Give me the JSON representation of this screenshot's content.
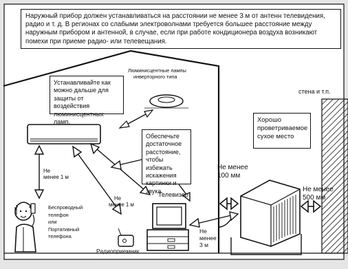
{
  "top_note": "Наружный прибор должен устанавливаться на расстоянии не менее 3 м от антенн телевидения, радио и т. д. В регионах со слабыми электроволнами требуется большее расстояние между наружным прибором и антенной, в случае, если при работе кондиционера воздуха возникают помехи при приеме радио- или телевещания.",
  "lamp_note": "Устанавливайте как можно дальше для защиты от воздействия люминисцентных ламп.",
  "lamps_label": [
    "Люминисцентные лампы",
    "инверторного типа"
  ],
  "wall_label": "стена и т.п.",
  "ventilated_note": "Хорошо проветриваемое сухое место",
  "distance_note": "Обеспечьте достаточное расстояние, чтобы избежать искажения картинки и звука.",
  "dist_1m_left": [
    "Не",
    "менее 1 м"
  ],
  "dist_1m_center": [
    "Не",
    "менее 1 м"
  ],
  "dist_100mm": [
    "Не менее",
    "100 мм"
  ],
  "dist_500mm": [
    "Не менее",
    "500 мм"
  ],
  "dist_3m": [
    "Не",
    "менее",
    "3 м"
  ],
  "tv_label": "Телевизор",
  "radio_label": "Радиоприемник",
  "phone_label": [
    "Беспроводный",
    "телефон",
    "или",
    "Портативный",
    "телефона"
  ],
  "colors": {
    "background": "#e5e5e5",
    "lines": "#111111",
    "panel": "#ffffff"
  },
  "icons": [
    "air-conditioner-icon",
    "fluorescent-lamp-icon",
    "tv-icon",
    "radio-icon",
    "person-phone-icon",
    "outdoor-unit-icon",
    "hatched-wall-icon"
  ]
}
